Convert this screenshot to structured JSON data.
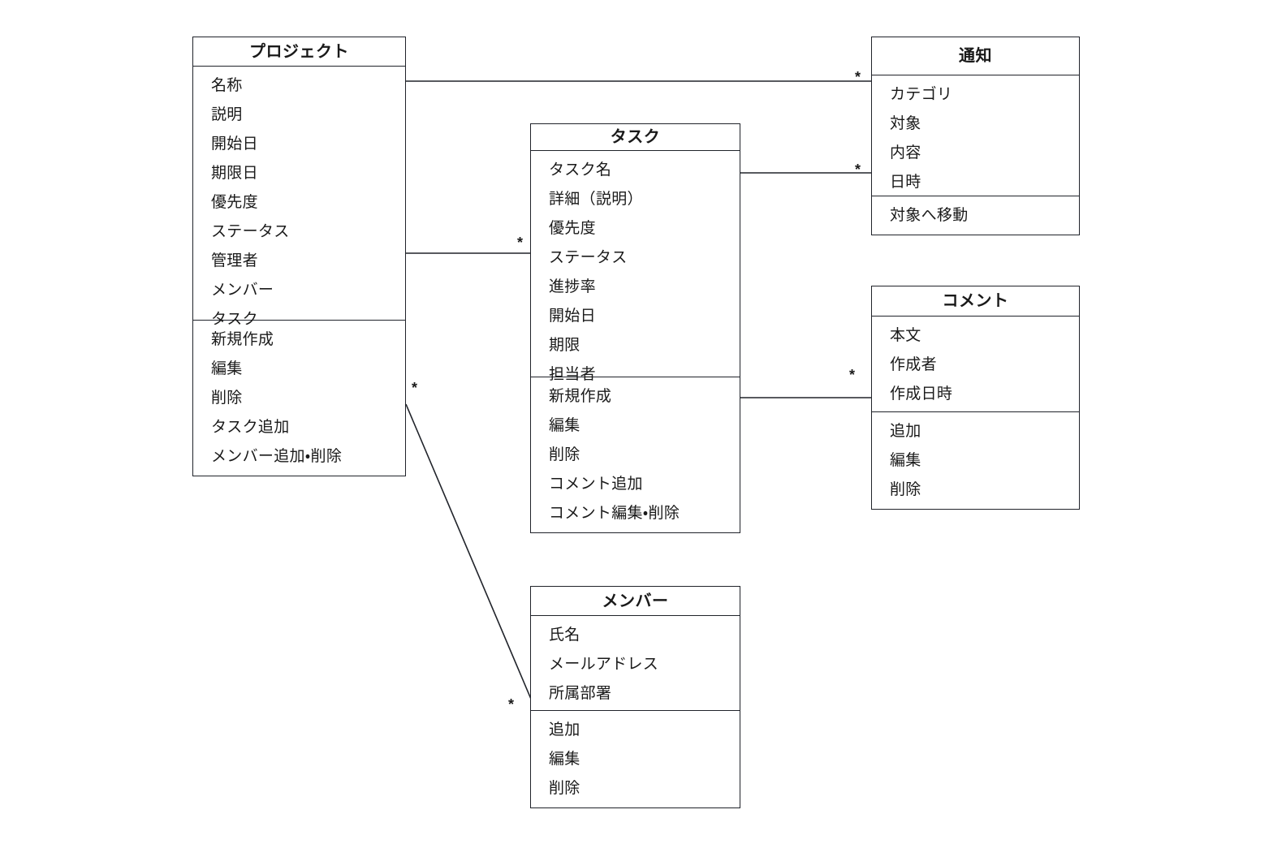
{
  "diagram": {
    "kind": "uml-class-diagram",
    "background_color": "#ffffff",
    "line_color": "#20232a",
    "classes": [
      {
        "id": "project",
        "name": "プロジェクト",
        "attributes": [
          "名称",
          "説明",
          "開始日",
          "期限日",
          "優先度",
          "ステータス",
          "管理者",
          "メンバー",
          "タスク"
        ],
        "operations": [
          "新規作成",
          "編集",
          "削除",
          "タスク追加",
          "メンバー追加・削除"
        ]
      },
      {
        "id": "task",
        "name": "タスク",
        "attributes": [
          "タスク名",
          "詳細（説明）",
          "優先度",
          "ステータス",
          "進捗率",
          "開始日",
          "期限",
          "担当者"
        ],
        "operations": [
          "新規作成",
          "編集",
          "削除",
          "コメント追加",
          "コメント編集・削除"
        ]
      },
      {
        "id": "notification",
        "name": "通知",
        "attributes": [
          "カテゴリ",
          "対象",
          "内容",
          "日時"
        ],
        "operations": [
          "対象へ移動"
        ]
      },
      {
        "id": "comment",
        "name": "コメント",
        "attributes": [
          "本文",
          "作成者",
          "作成日時"
        ],
        "operations": [
          "追加",
          "編集",
          "削除"
        ]
      },
      {
        "id": "member",
        "name": "メンバー",
        "attributes": [
          "氏名",
          "メールアドレス",
          "所属部署"
        ],
        "operations": [
          "追加",
          "編集",
          "削除"
        ]
      }
    ],
    "associations": [
      {
        "id": "project-notification",
        "from": "project",
        "to": "notification",
        "target_multiplicity": "*"
      },
      {
        "id": "task-notification",
        "from": "task",
        "to": "notification",
        "target_multiplicity": "*"
      },
      {
        "id": "project-task",
        "from": "project",
        "to": "task",
        "target_multiplicity": "*"
      },
      {
        "id": "task-comment",
        "from": "task",
        "to": "comment",
        "target_multiplicity": "*"
      },
      {
        "id": "project-member",
        "from": "project",
        "to": "member",
        "source_multiplicity": "*",
        "target_multiplicity": "*"
      }
    ]
  }
}
